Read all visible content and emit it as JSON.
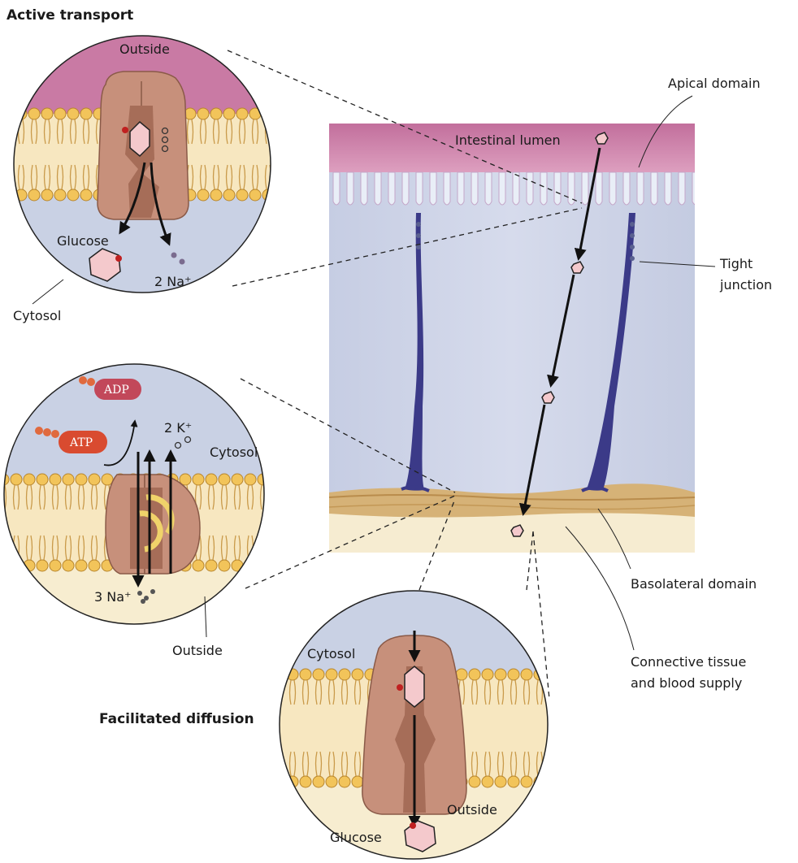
{
  "headings": {
    "active_transport": "Active transport",
    "facilitated_diffusion": "Facilitated diffusion"
  },
  "labels": {
    "apical_domain": "Apical domain",
    "intestinal_lumen": "Intestinal lumen",
    "tight_junction_line1": "Tight",
    "tight_junction_line2": "junction",
    "basolateral_domain": "Basolateral domain",
    "connective_line1": "Connective tissue",
    "connective_line2": "and blood supply"
  },
  "circle_top": {
    "outside": "Outside",
    "glucose": "Glucose",
    "na": "2 Na⁺",
    "cytosol": "Cytosol"
  },
  "circle_middle": {
    "adp": "ADP",
    "atp": "ATP",
    "k": "2 K⁺",
    "cytosol": "Cytosol",
    "na": "3 Na⁺",
    "outside": "Outside"
  },
  "circle_bottom": {
    "cytosol": "Cytosol",
    "glucose": "Glucose",
    "outside": "Outside"
  },
  "colors": {
    "lumen": "#c97aa4",
    "cytosol": "#c9d1e4",
    "outside": "#f7edd0",
    "protein": "#c7907b",
    "lipid_head": "#f2c45a",
    "junction": "#3b3a88",
    "atp": "#d94b30",
    "adp": "#c2485a"
  }
}
